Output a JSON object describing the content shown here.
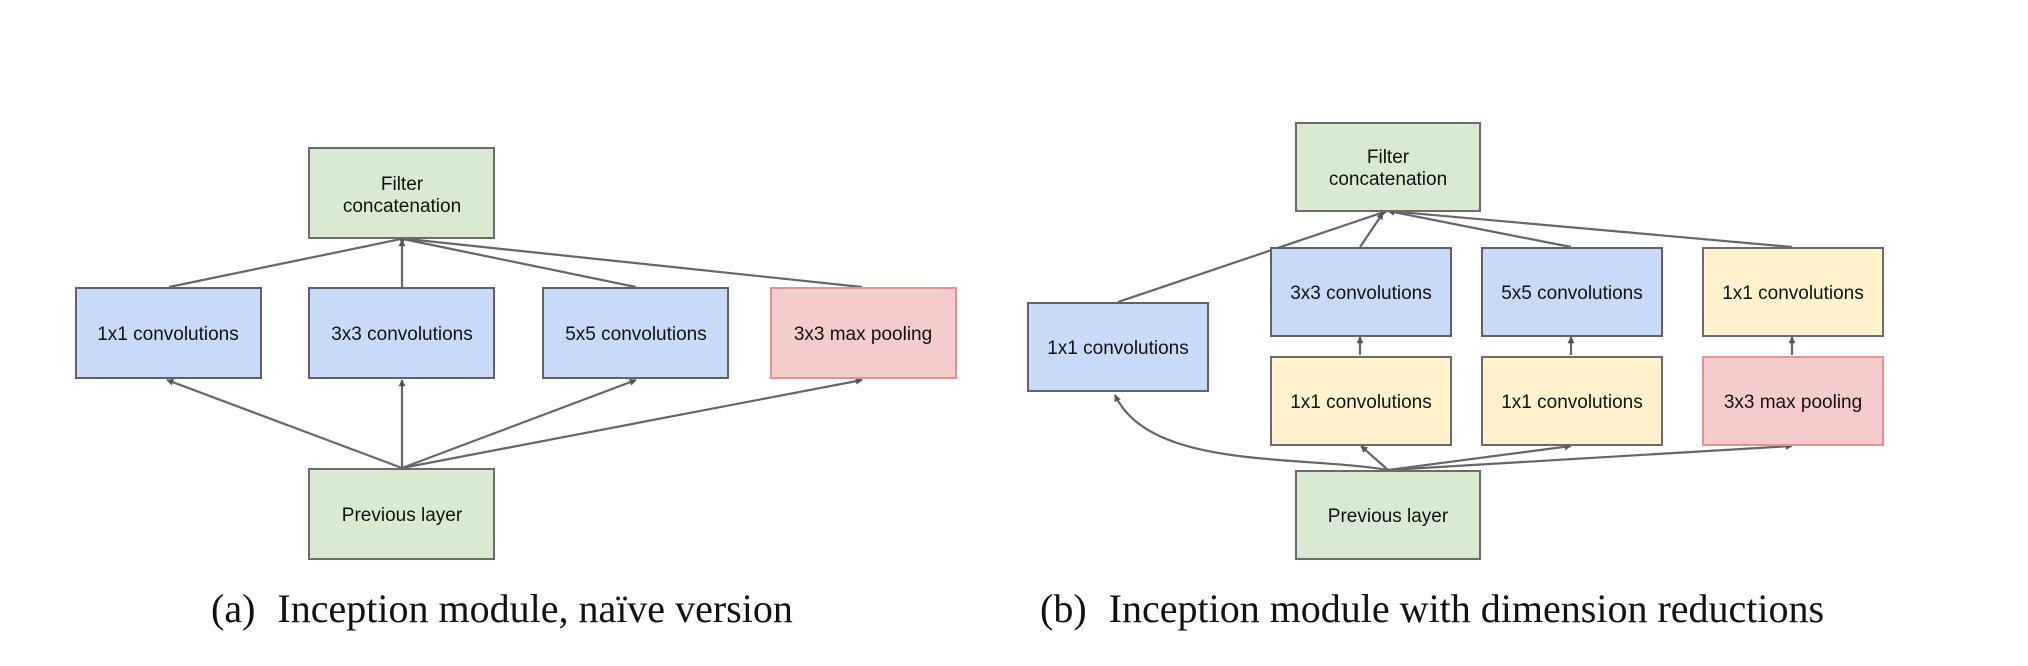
{
  "colors": {
    "green_fill": "#d9ead3",
    "green_stroke": "#6b6b6b",
    "blue_fill": "#c9daf8",
    "blue_stroke": "#5f6368",
    "pink_fill": "#f4cccc",
    "pink_stroke": "#e69191",
    "yellow_fill": "#fff2cc",
    "yellow_stroke": "#6b6b6b",
    "edge": "#666666"
  },
  "diagram_a": {
    "caption_tag": "(a)",
    "caption_text": "Inception module, naïve version",
    "nodes": {
      "filter_concat": {
        "line1": "Filter",
        "line2": "concatenation"
      },
      "conv1x1": "1x1 convolutions",
      "conv3x3": "3x3 convolutions",
      "conv5x5": "5x5 convolutions",
      "maxpool": "3x3 max pooling",
      "previous": "Previous layer"
    }
  },
  "diagram_b": {
    "caption_tag": "(b)",
    "caption_text": "Inception module with dimension reductions",
    "nodes": {
      "filter_concat": {
        "line1": "Filter",
        "line2": "concatenation"
      },
      "conv1x1_direct": "1x1 convolutions",
      "conv3x3": "3x3 convolutions",
      "conv5x5": "5x5 convolutions",
      "conv1x1_after_pool": "1x1 convolutions",
      "reduce_3x3": "1x1 convolutions",
      "reduce_5x5": "1x1 convolutions",
      "maxpool": "3x3 max pooling",
      "previous": "Previous layer"
    }
  }
}
